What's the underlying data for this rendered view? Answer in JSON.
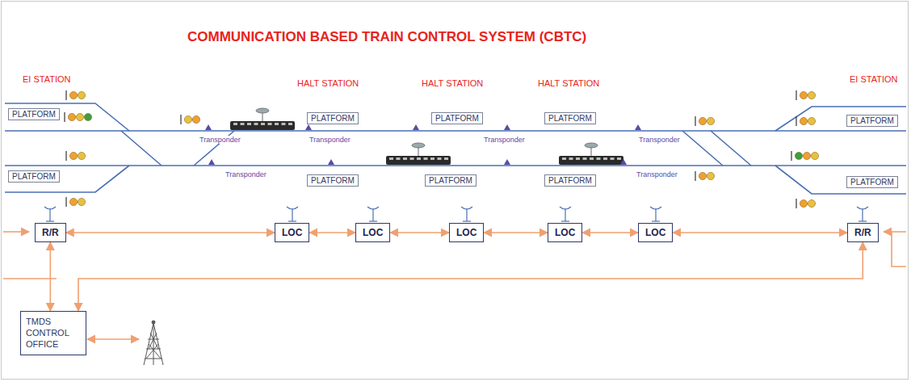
{
  "diagram": {
    "title": "COMMUNICATION BASED TRAIN CONTROL SYSTEM (CBTC)",
    "nodes": [
      {
        "text": [
          "PLATFORM"
        ]
      },
      {
        "text": [
          "PLATFORM"
        ]
      },
      {
        "text": [
          "PLATFORM"
        ]
      },
      {
        "text": [
          "PLATFORM"
        ]
      },
      {
        "text": [
          "PLATFORM"
        ]
      },
      {
        "text": [
          "PLATFORM"
        ]
      },
      {
        "text": [
          "PLATFORM"
        ]
      },
      {
        "text": [
          "PLATFORM"
        ]
      },
      {
        "text": [
          "PLATFORM"
        ]
      },
      {
        "text": [
          "PLATFORM"
        ]
      },
      {
        "text": [
          "R/R"
        ]
      },
      {
        "text": [
          "LOC"
        ]
      },
      {
        "text": [
          "LOC"
        ]
      },
      {
        "text": [
          "LOC"
        ]
      },
      {
        "text": [
          "LOC"
        ]
      },
      {
        "text": [
          "LOC"
        ]
      },
      {
        "text": [
          "R/R"
        ]
      },
      {
        "text": [
          "TMDS CONTROL OFFICE"
        ]
      }
    ],
    "edges": [
      {
        "from": 10,
        "to": 11,
        "arrow": "both"
      },
      {
        "from": 11,
        "to": 12,
        "arrow": "both"
      },
      {
        "from": 12,
        "to": 13,
        "arrow": "both"
      },
      {
        "from": 13,
        "to": 14,
        "arrow": "both"
      },
      {
        "from": 14,
        "to": 15,
        "arrow": "both"
      },
      {
        "from": 15,
        "to": 16,
        "arrow": "both"
      },
      {
        "from": 17,
        "to": 10,
        "arrow": "both"
      },
      {
        "from": 17,
        "to": 16,
        "arrow": "both"
      }
    ],
    "labels": [
      "EI STATION",
      "HALT STATION",
      "HALT STATION",
      "HALT STATION",
      "EI STATION",
      "Transponder",
      "Transponder",
      "Transponder",
      "Transponder",
      "Transponder",
      "Transponder"
    ]
  }
}
